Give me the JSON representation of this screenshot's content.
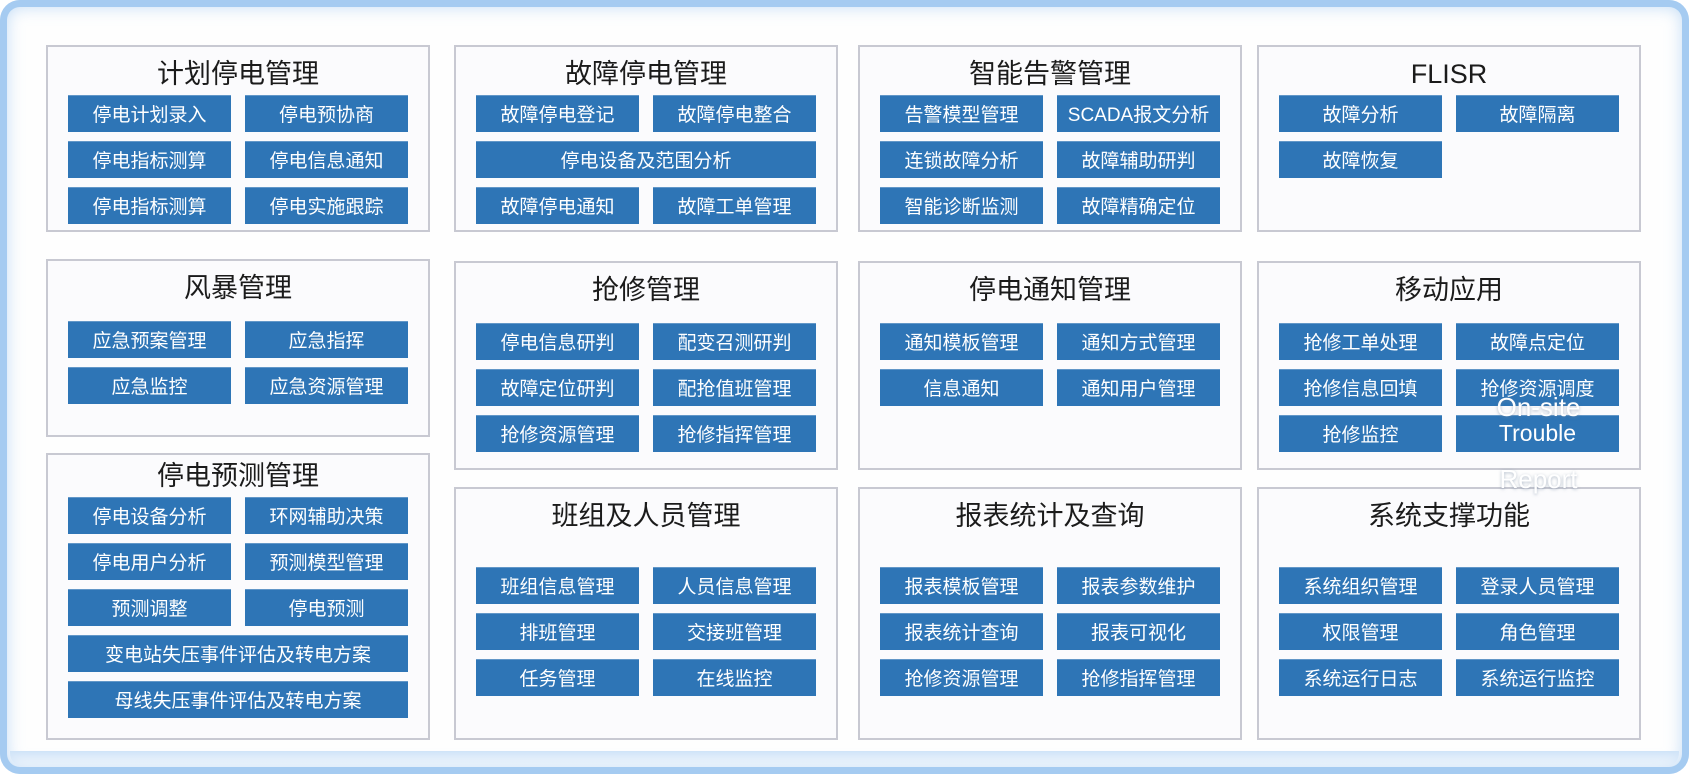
{
  "colors": {
    "button_blue": "#2E75B6",
    "panel_border": "#C8C9D2",
    "panel_bg": "#FBFBFD",
    "frame_border": "#A5CBF1",
    "title_text": "#1B1B1B",
    "button_text": "#FFFFFF"
  },
  "overlays": {
    "on_site": "On-site",
    "report": "Report"
  },
  "panels": [
    {
      "id": "planned-outage-management",
      "title": "计划停电管理",
      "buttons": [
        {
          "label": "停电计划录入"
        },
        {
          "label": "停电预协商"
        },
        {
          "label": "停电指标测算"
        },
        {
          "label": "停电信息通知"
        },
        {
          "label": "停电指标测算"
        },
        {
          "label": "停电实施跟踪"
        }
      ]
    },
    {
      "id": "fault-outage-management",
      "title": "故障停电管理",
      "buttons": [
        {
          "label": "故障停电登记"
        },
        {
          "label": "故障停电整合"
        },
        {
          "label": "停电设备及范围分析",
          "wide": true
        },
        {
          "label": "故障停电通知"
        },
        {
          "label": "故障工单管理"
        }
      ]
    },
    {
      "id": "intelligent-alarm-management",
      "title": "智能告警管理",
      "buttons": [
        {
          "label": "告警模型管理"
        },
        {
          "label": "SCADA报文分析"
        },
        {
          "label": "连锁故障分析"
        },
        {
          "label": "故障辅助研判"
        },
        {
          "label": "智能诊断监测"
        },
        {
          "label": "故障精确定位"
        }
      ]
    },
    {
      "id": "flisr",
      "title": "FLISR",
      "buttons": [
        {
          "label": "故障分析"
        },
        {
          "label": "故障隔离"
        },
        {
          "label": "故障恢复"
        }
      ]
    },
    {
      "id": "storm-management",
      "title": "风暴管理",
      "buttons": [
        {
          "label": "应急预案管理"
        },
        {
          "label": "应急指挥"
        },
        {
          "label": "应急监控"
        },
        {
          "label": "应急资源管理"
        }
      ]
    },
    {
      "id": "repair-management",
      "title": "抢修管理",
      "buttons": [
        {
          "label": "停电信息研判"
        },
        {
          "label": "配变召测研判"
        },
        {
          "label": "故障定位研判"
        },
        {
          "label": "配抢值班管理"
        },
        {
          "label": "抢修资源管理"
        },
        {
          "label": "抢修指挥管理"
        }
      ]
    },
    {
      "id": "outage-notification-management",
      "title": "停电通知管理",
      "buttons": [
        {
          "label": "通知模板管理"
        },
        {
          "label": "通知方式管理"
        },
        {
          "label": "信息通知"
        },
        {
          "label": "通知用户管理"
        }
      ]
    },
    {
      "id": "mobile-application",
      "title": "移动应用",
      "buttons": [
        {
          "label": "抢修工单处理"
        },
        {
          "label": "故障点定位"
        },
        {
          "label": "抢修信息回填"
        },
        {
          "label": "抢修资源调度"
        },
        {
          "label": "抢修监控"
        },
        {
          "label": "Trouble",
          "latin": true
        }
      ]
    },
    {
      "id": "outage-forecast-management",
      "title": "停电预测管理",
      "buttons": [
        {
          "label": "停电设备分析"
        },
        {
          "label": "环网辅助决策"
        },
        {
          "label": "停电用户分析"
        },
        {
          "label": "预测模型管理"
        },
        {
          "label": "预测调整"
        },
        {
          "label": "停电预测"
        },
        {
          "label": "变电站失压事件评估及转电方案",
          "wide": true
        },
        {
          "label": "母线失压事件评估及转电方案",
          "wide": true
        }
      ]
    },
    {
      "id": "team-personnel-management",
      "title": "班组及人员管理",
      "buttons": [
        {
          "label": "班组信息管理"
        },
        {
          "label": "人员信息管理"
        },
        {
          "label": "排班管理"
        },
        {
          "label": "交接班管理"
        },
        {
          "label": "任务管理"
        },
        {
          "label": "在线监控"
        }
      ]
    },
    {
      "id": "report-statistics-query",
      "title": "报表统计及查询",
      "buttons": [
        {
          "label": "报表模板管理"
        },
        {
          "label": "报表参数维护"
        },
        {
          "label": "报表统计查询"
        },
        {
          "label": "报表可视化"
        },
        {
          "label": "抢修资源管理"
        },
        {
          "label": "抢修指挥管理"
        }
      ]
    },
    {
      "id": "system-support-functions",
      "title": "系统支撑功能",
      "buttons": [
        {
          "label": "系统组织管理"
        },
        {
          "label": "登录人员管理"
        },
        {
          "label": "权限管理"
        },
        {
          "label": "角色管理"
        },
        {
          "label": "系统运行日志"
        },
        {
          "label": "系统运行监控"
        }
      ]
    }
  ]
}
